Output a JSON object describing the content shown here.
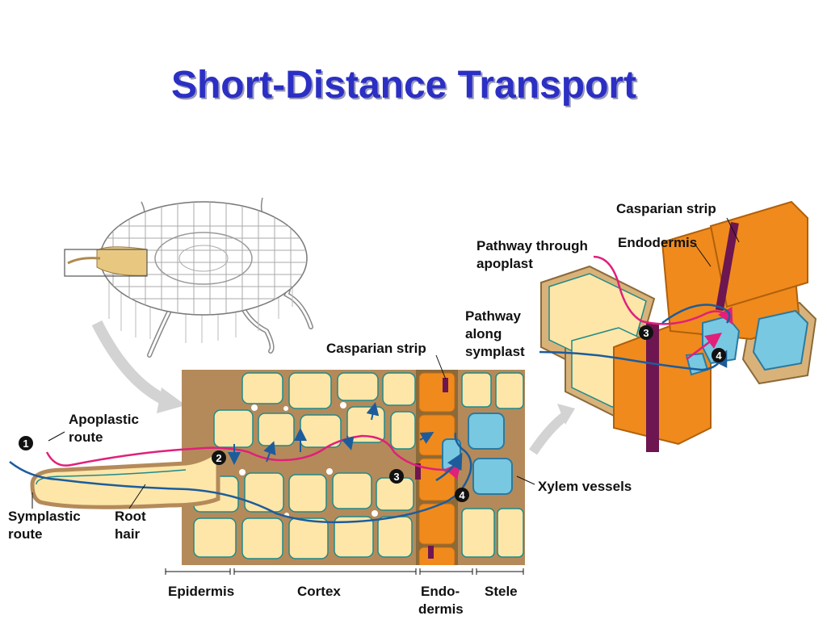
{
  "title": "Short-Distance Transport",
  "labels": {
    "casparian_strip_main": "Casparian strip",
    "apoplastic_route": [
      "Apoplastic",
      "route"
    ],
    "symplastic_route": [
      "Symplastic",
      "route"
    ],
    "root_hair": [
      "Root",
      "hair"
    ],
    "xylem_vessels": "Xylem vessels",
    "epidermis": "Epidermis",
    "cortex": "Cortex",
    "endodermis": [
      "Endo-",
      "dermis"
    ],
    "stele": "Stele",
    "casparian_strip_inset": "Casparian strip",
    "endodermis_inset": "Endodermis",
    "pathway_apoplast": [
      "Pathway through",
      "apoplast"
    ],
    "pathway_symplast": [
      "Pathway",
      "along",
      "symplast"
    ]
  },
  "markers": [
    "1",
    "2",
    "3",
    "4"
  ],
  "colors": {
    "title": "#2b2fc4",
    "apoplast_path": "#e0207a",
    "symplast_path": "#1c5c9c",
    "cell_fill": "#fde6a8",
    "cell_wall": "#b48a5a",
    "endodermis": "#f08a1c",
    "casparian_strip": "#6e1650",
    "xylem": "#79c8e2"
  }
}
